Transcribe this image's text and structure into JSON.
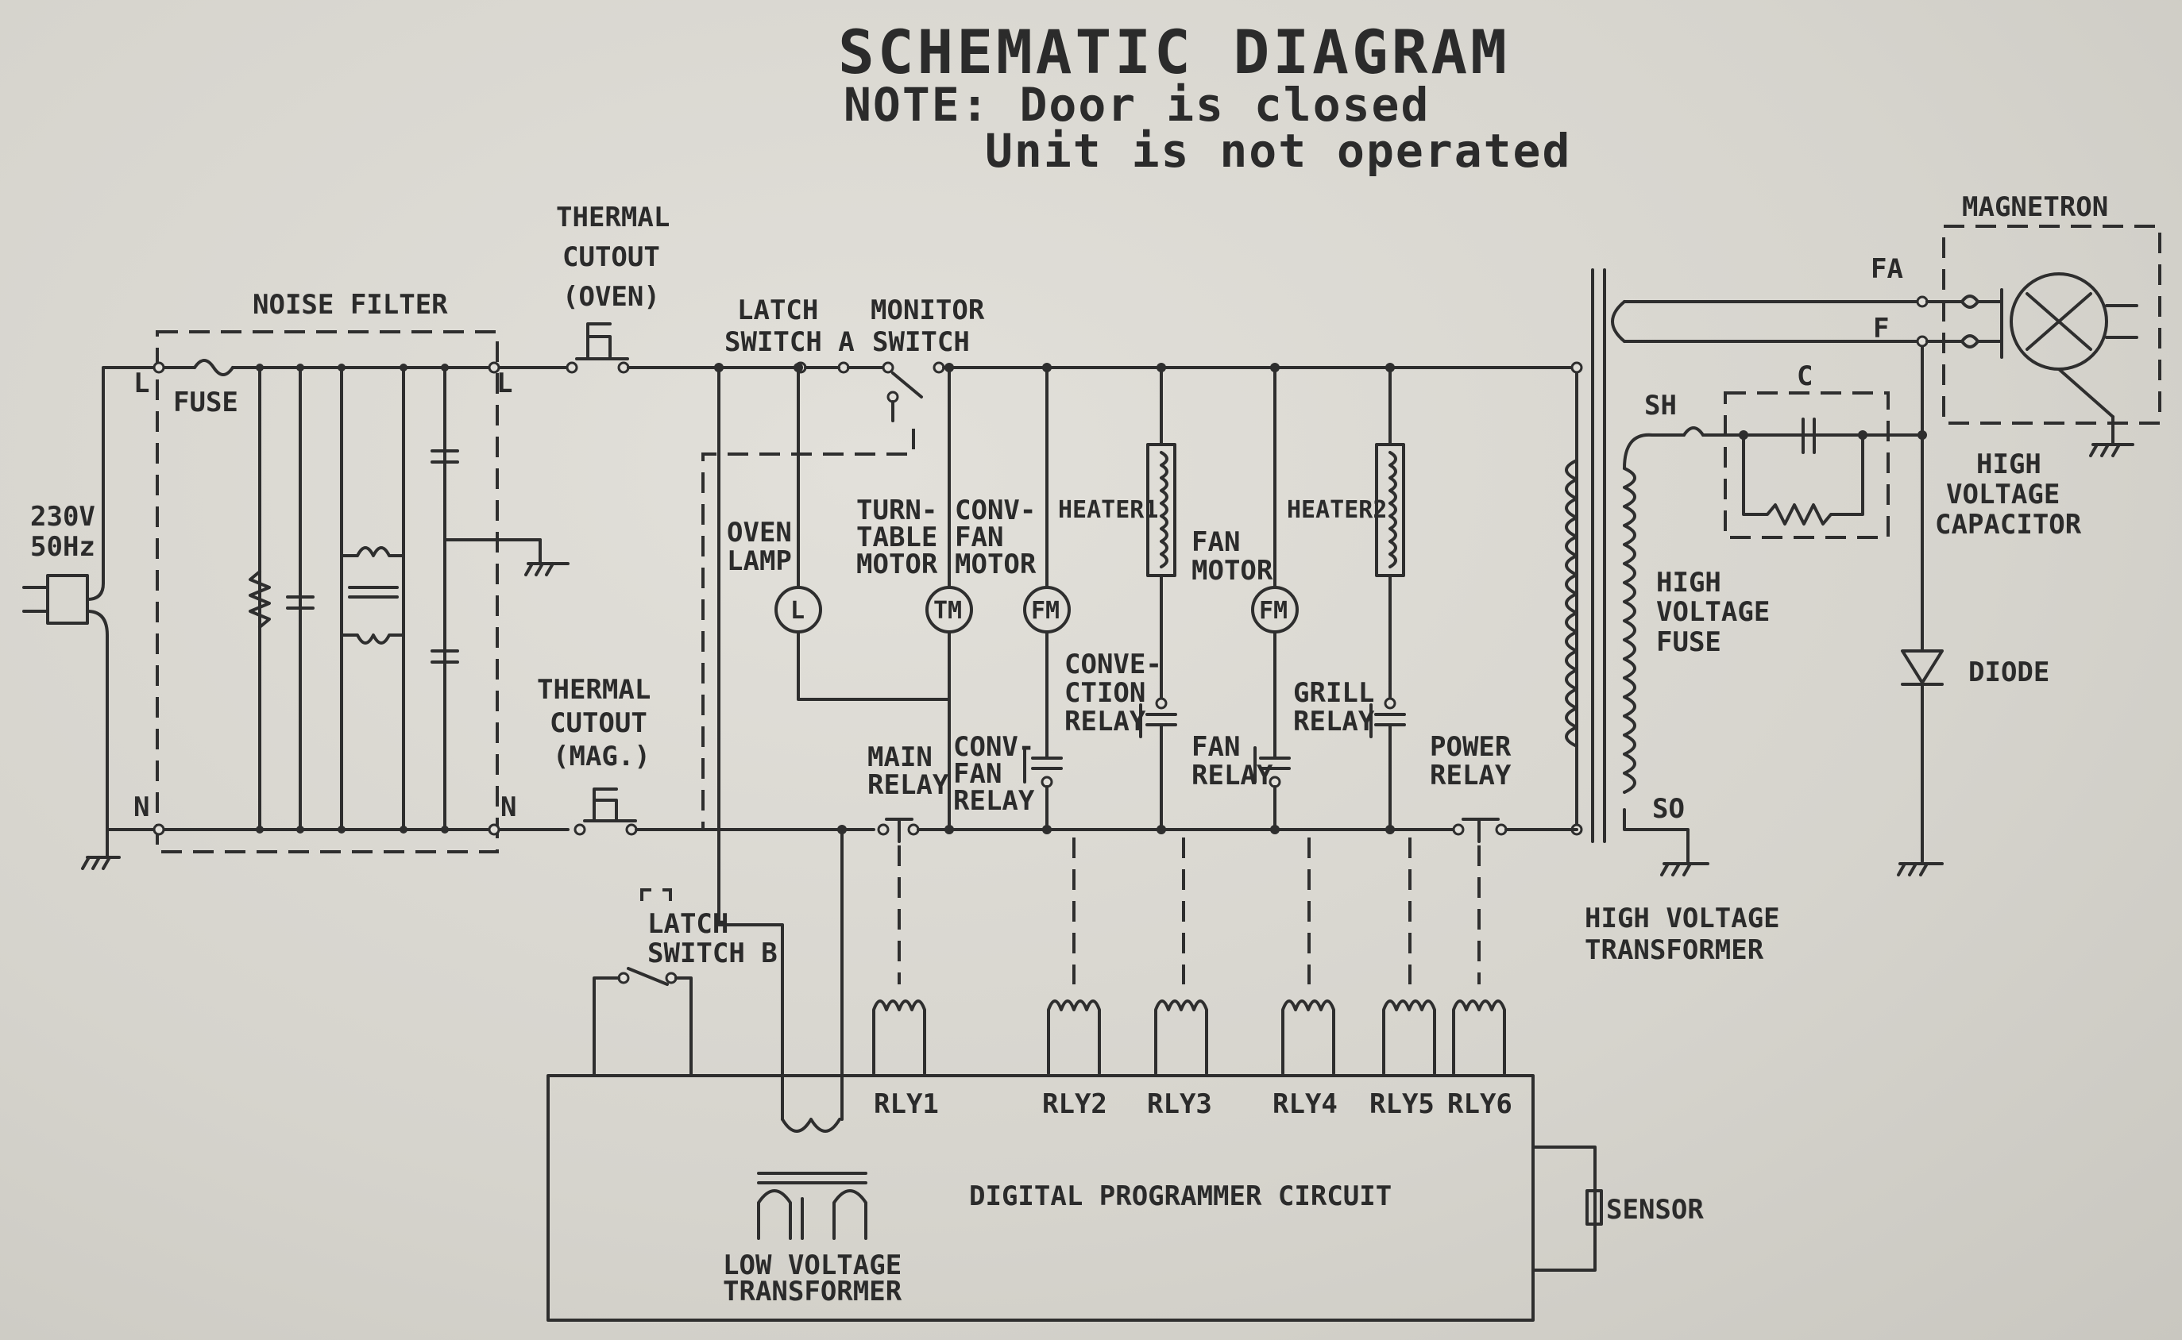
{
  "title": "SCHEMATIC  DIAGRAM",
  "note": {
    "line1": "NOTE: Door is closed",
    "line2": "Unit is not operated"
  },
  "supply": {
    "voltage": "230V",
    "frequency": "50Hz",
    "line": "L",
    "neutral": "N"
  },
  "labels": {
    "noise_filter": "NOISE FILTER",
    "fuse": "FUSE",
    "filter_L": "L",
    "filter_N": "N",
    "thermal_oven_1": "THERMAL",
    "thermal_oven_2": "CUTOUT",
    "thermal_oven_3": "(OVEN)",
    "thermal_mag_1": "THERMAL",
    "thermal_mag_2": "CUTOUT",
    "thermal_mag_3": "(MAG.)",
    "latch_a_1": "LATCH",
    "latch_a_2": "SWITCH A",
    "monitor_1": "MONITOR",
    "monitor_2": "SWITCH",
    "latch_b_1": "LATCH",
    "latch_b_2": "SWITCH B",
    "oven_lamp_1": "OVEN",
    "oven_lamp_2": "LAMP",
    "turntable_1": "TURN-",
    "turntable_2": "TABLE",
    "turntable_3": "MOTOR",
    "conv_fan_1": "CONV-",
    "conv_fan_2": "FAN",
    "conv_fan_3": "MOTOR",
    "heater1": "HEATER1",
    "heater2": "HEATER2",
    "fan_motor_1": "FAN",
    "fan_motor_2": "MOTOR",
    "conv_relay_1": "CONVE-",
    "conv_relay_2": "CTION",
    "conv_relay_3": "RELAY",
    "grill_relay_1": "GRILL",
    "grill_relay_2": "RELAY",
    "main_relay_1": "MAIN",
    "main_relay_2": "RELAY",
    "convfan_relay_1": "CONV-",
    "convfan_relay_2": "FAN",
    "convfan_relay_3": "RELAY",
    "fan_relay_1": "FAN",
    "fan_relay_2": "RELAY",
    "power_relay_1": "POWER",
    "power_relay_2": "RELAY",
    "hvt_1": "HIGH  VOLTAGE",
    "hvt_2": "TRANSFORMER",
    "hv_fuse_1": "HIGH",
    "hv_fuse_2": "VOLTAGE",
    "hv_fuse_3": "FUSE",
    "sh": "SH",
    "so": "SO",
    "fa": "FA",
    "f": "F",
    "c": "C",
    "magnetron": "MAGNETRON",
    "hv_cap_1": "HIGH",
    "hv_cap_2": "VOLTAGE",
    "hv_cap_3": "CAPACITOR",
    "diode": "DIODE",
    "sensor": "SENSOR",
    "circuit": "DIGITAL    PROGRAMMER CIRCUIT",
    "lvt_1": "LOW VOLTAGE",
    "lvt_2": "TRANSFORMER",
    "sym_lamp": "L",
    "sym_tm": "TM",
    "sym_fm": "FM"
  },
  "relays": [
    "RLY1",
    "RLY2",
    "RLY3",
    "RLY4",
    "RLY5",
    "RLY6"
  ]
}
